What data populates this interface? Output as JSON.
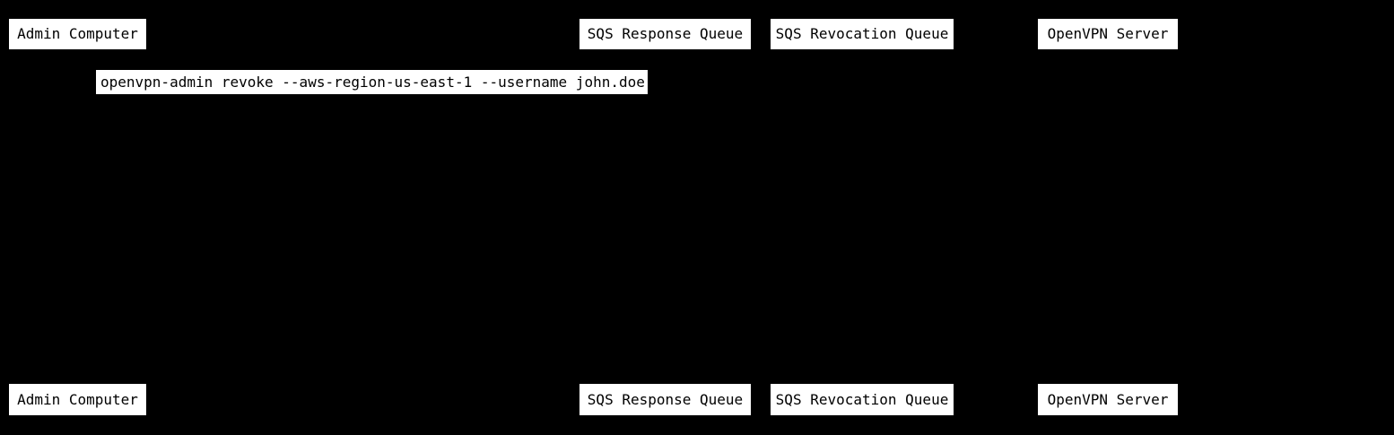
{
  "diagram": {
    "type": "sequence",
    "background_color": "#000000",
    "box_fill_color": "#ffffff",
    "box_text_color": "#000000",
    "participants": [
      {
        "label": "Admin Computer"
      },
      {
        "label": "SQS Response Queue"
      },
      {
        "label": "SQS Revocation Queue"
      },
      {
        "label": "OpenVPN Server"
      }
    ],
    "messages": [
      {
        "label": "openvpn-admin revoke --aws-region-us-east-1 --username john.doe"
      }
    ]
  }
}
